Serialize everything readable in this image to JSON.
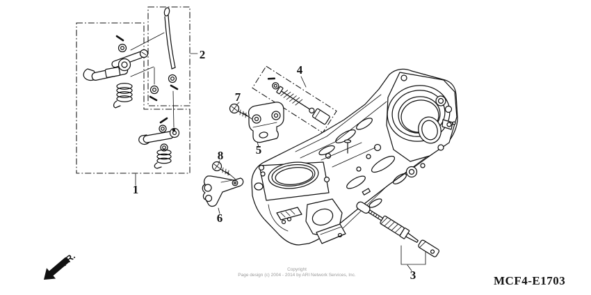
{
  "diagram": {
    "code": "MCF4-E1703",
    "fr_label": "FR.",
    "footer": {
      "line1": "Copyright",
      "line2": "Page design (c) 2004 - 2014 by ARI Network Services, Inc."
    },
    "callouts": [
      {
        "label": "1"
      },
      {
        "label": "2"
      },
      {
        "label": "3"
      },
      {
        "label": "4"
      },
      {
        "label": "5"
      },
      {
        "label": "6"
      },
      {
        "label": "7"
      },
      {
        "label": "8"
      }
    ],
    "colors": {
      "line": "#111111",
      "footer_text": "#9a9a9a",
      "background": "#ffffff"
    }
  }
}
